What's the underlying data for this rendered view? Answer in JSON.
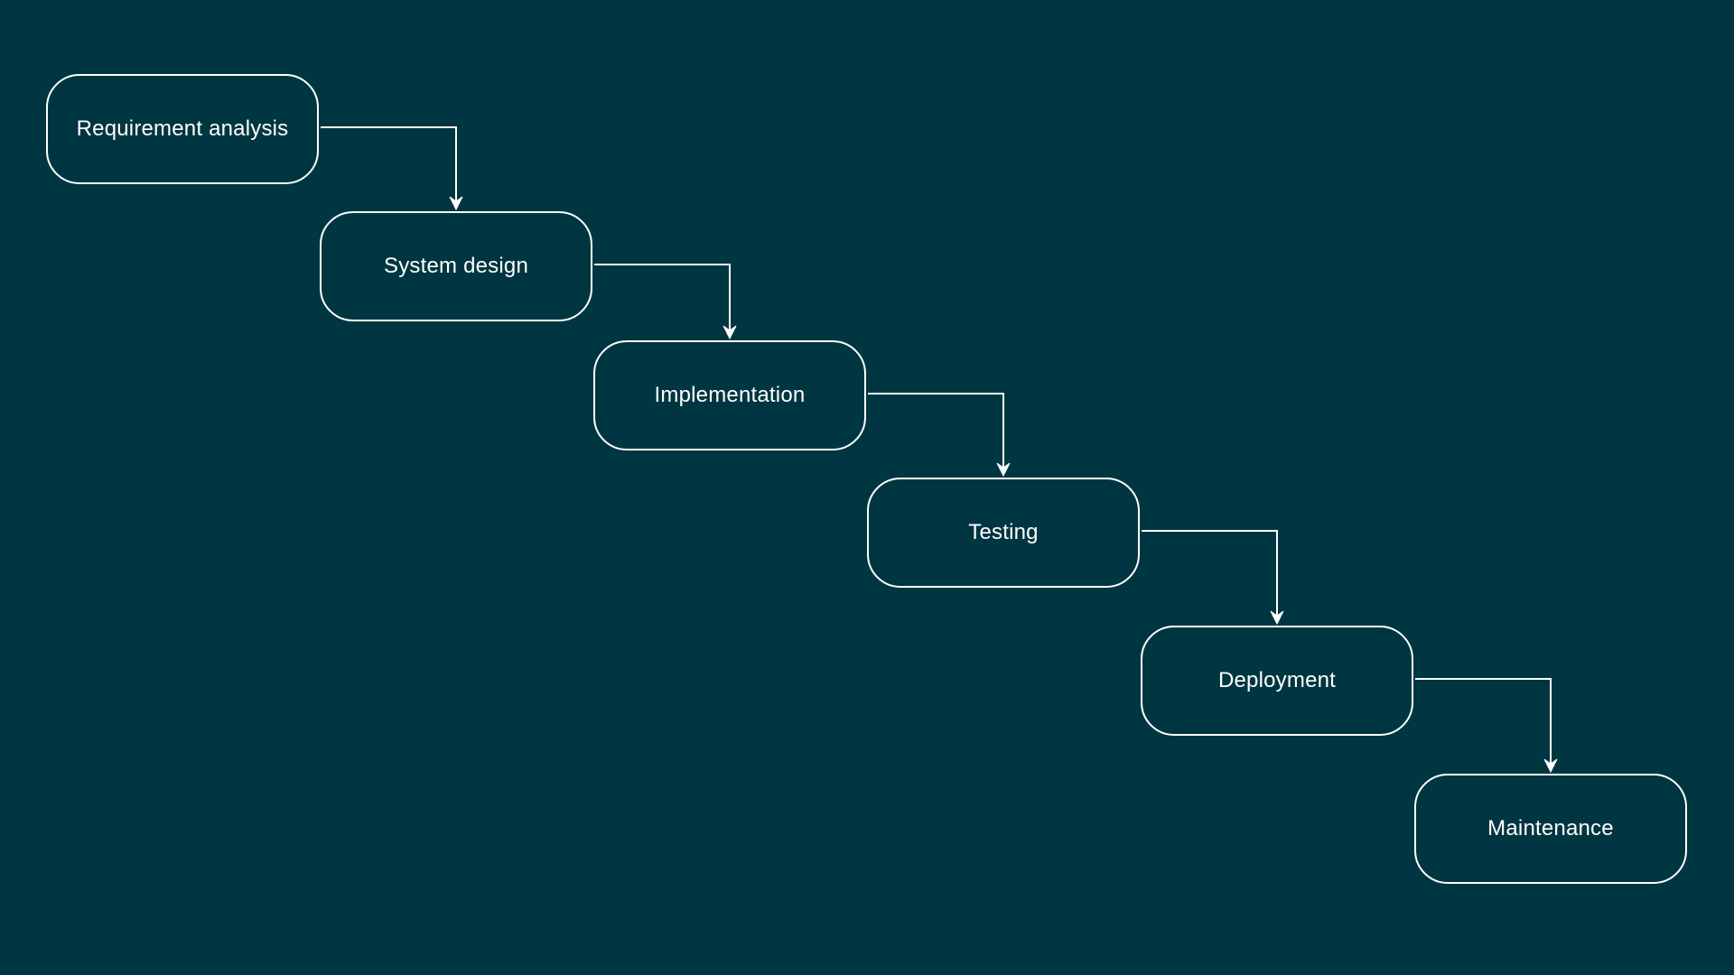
{
  "diagram": {
    "type": "waterfall-flowchart",
    "colors": {
      "background": "#003641",
      "stroke": "#ffffff",
      "text": "#ffffff"
    },
    "steps": [
      {
        "id": "requirement-analysis",
        "label": "Requirement analysis"
      },
      {
        "id": "system-design",
        "label": "System design"
      },
      {
        "id": "implementation",
        "label": "Implementation"
      },
      {
        "id": "testing",
        "label": "Testing"
      },
      {
        "id": "deployment",
        "label": "Deployment"
      },
      {
        "id": "maintenance",
        "label": "Maintenance"
      }
    ],
    "edges": [
      {
        "from": "requirement-analysis",
        "to": "system-design"
      },
      {
        "from": "system-design",
        "to": "implementation"
      },
      {
        "from": "implementation",
        "to": "testing"
      },
      {
        "from": "testing",
        "to": "deployment"
      },
      {
        "from": "deployment",
        "to": "maintenance"
      }
    ]
  }
}
